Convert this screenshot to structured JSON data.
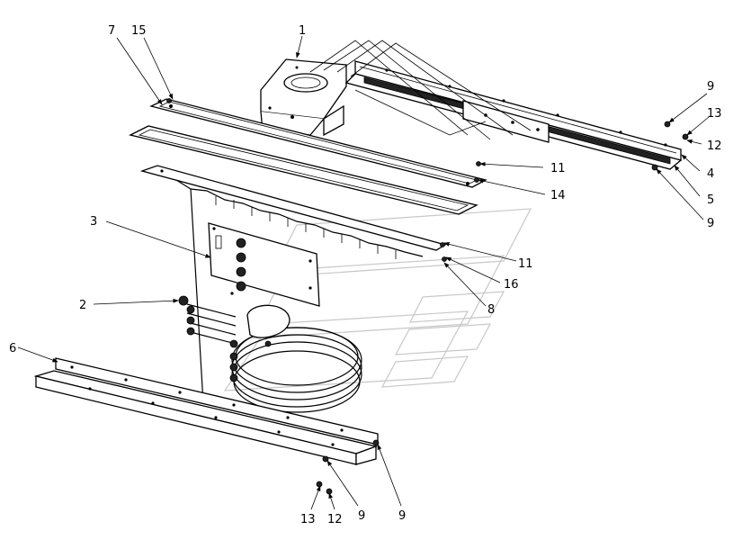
{
  "diagram": {
    "type": "exploded-parts-view",
    "callouts": [
      {
        "id": "c1",
        "label": "1"
      },
      {
        "id": "c7",
        "label": "7"
      },
      {
        "id": "c15",
        "label": "15"
      },
      {
        "id": "c9a",
        "label": "9"
      },
      {
        "id": "c13a",
        "label": "13"
      },
      {
        "id": "c12a",
        "label": "12"
      },
      {
        "id": "c4",
        "label": "4"
      },
      {
        "id": "c5",
        "label": "5"
      },
      {
        "id": "c9b",
        "label": "9"
      },
      {
        "id": "c11a",
        "label": "11"
      },
      {
        "id": "c14",
        "label": "14"
      },
      {
        "id": "c3",
        "label": "3"
      },
      {
        "id": "c11b",
        "label": "11"
      },
      {
        "id": "c16",
        "label": "16"
      },
      {
        "id": "c8",
        "label": "8"
      },
      {
        "id": "c2",
        "label": "2"
      },
      {
        "id": "c6",
        "label": "6"
      },
      {
        "id": "c13b",
        "label": "13"
      },
      {
        "id": "c12b",
        "label": "12"
      },
      {
        "id": "c9c",
        "label": "9"
      },
      {
        "id": "c9d",
        "label": "9"
      }
    ]
  }
}
